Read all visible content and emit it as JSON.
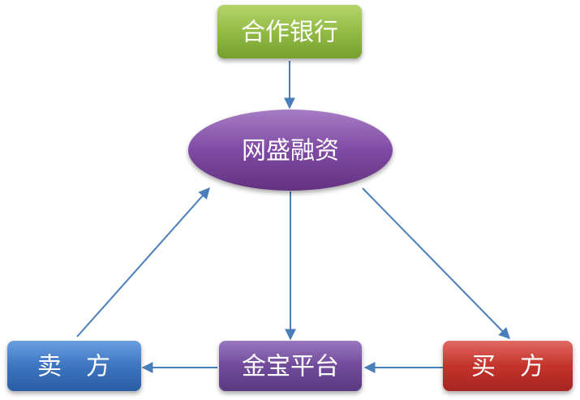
{
  "diagram": {
    "nodes": {
      "bank": {
        "label": "合作银行",
        "color": "#8fb53c"
      },
      "finance": {
        "label": "网盛融资",
        "color": "#7a3f9e"
      },
      "platform": {
        "label": "金宝平台",
        "color": "#6e4594"
      },
      "seller": {
        "label": "卖　方",
        "color": "#3d73b8"
      },
      "buyer": {
        "label": "买　方",
        "color": "#c0312b"
      }
    },
    "edges": [
      {
        "from": "合作银行",
        "to": "网盛融资"
      },
      {
        "from": "网盛融资",
        "to": "金宝平台"
      },
      {
        "from": "网盛融资",
        "to": "买　方"
      },
      {
        "from": "买　方",
        "to": "金宝平台"
      },
      {
        "from": "金宝平台",
        "to": "卖　方"
      },
      {
        "from": "卖　方",
        "to": "网盛融资"
      }
    ]
  }
}
